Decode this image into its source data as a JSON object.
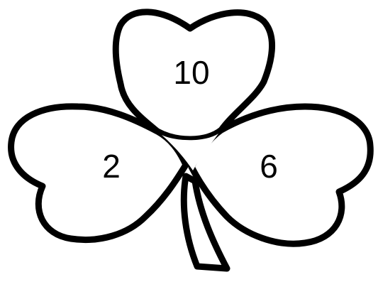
{
  "shamrock": {
    "leaves": {
      "top": {
        "number": "10"
      },
      "left": {
        "number": "2"
      },
      "right": {
        "number": "6"
      }
    },
    "colors": {
      "outline": "#000000",
      "fill": "#ffffff",
      "text": "#000000"
    }
  }
}
